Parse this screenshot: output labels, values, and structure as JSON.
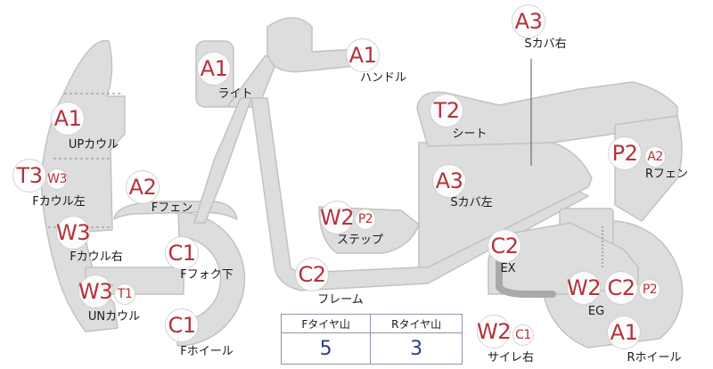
{
  "codes": [
    {
      "id": "light",
      "text": "A1"
    },
    {
      "id": "handle",
      "text": "A1"
    },
    {
      "id": "s-cover-right",
      "text": "A3"
    },
    {
      "id": "up-cowl",
      "text": "A1"
    },
    {
      "id": "seat",
      "text": "T2"
    },
    {
      "id": "r-fender-1",
      "text": "P2"
    },
    {
      "id": "r-fender-2",
      "text": "A2"
    },
    {
      "id": "f-cowl-left-1",
      "text": "T3"
    },
    {
      "id": "f-cowl-left-2",
      "text": "W3"
    },
    {
      "id": "f-fender",
      "text": "A2"
    },
    {
      "id": "s-cover-left",
      "text": "A3"
    },
    {
      "id": "step-1",
      "text": "W2"
    },
    {
      "id": "step-2",
      "text": "P2"
    },
    {
      "id": "f-cowl-right",
      "text": "W3"
    },
    {
      "id": "f-fork",
      "text": "C1"
    },
    {
      "id": "ex",
      "text": "C2"
    },
    {
      "id": "frame",
      "text": "C2"
    },
    {
      "id": "un-cowl-1",
      "text": "W3"
    },
    {
      "id": "un-cowl-2",
      "text": "T1"
    },
    {
      "id": "eg-1",
      "text": "W2"
    },
    {
      "id": "eg-2",
      "text": "C2"
    },
    {
      "id": "eg-3",
      "text": "P2"
    },
    {
      "id": "f-wheel",
      "text": "C1"
    },
    {
      "id": "side-stand-1",
      "text": "W2"
    },
    {
      "id": "side-stand-2",
      "text": "C1"
    },
    {
      "id": "r-wheel",
      "text": "A1"
    }
  ],
  "labels": [
    {
      "id": "light",
      "text": "ライト"
    },
    {
      "id": "handle",
      "text": "ハンドル"
    },
    {
      "id": "s-cover-right",
      "text": "Sカバ右"
    },
    {
      "id": "up-cowl",
      "text": "UPカウル"
    },
    {
      "id": "seat",
      "text": "シート"
    },
    {
      "id": "r-fender",
      "text": "Rフェン"
    },
    {
      "id": "f-cowl-left",
      "text": "Fカウル左"
    },
    {
      "id": "f-fender",
      "text": "Fフェン"
    },
    {
      "id": "s-cover-left",
      "text": "Sカバ左"
    },
    {
      "id": "step",
      "text": "ステップ"
    },
    {
      "id": "f-cowl-right",
      "text": "Fカウル右"
    },
    {
      "id": "f-fork",
      "text": "Fフォク下"
    },
    {
      "id": "ex",
      "text": "EX"
    },
    {
      "id": "frame",
      "text": "フレーム"
    },
    {
      "id": "un-cowl",
      "text": "UNカウル"
    },
    {
      "id": "eg",
      "text": "EG"
    },
    {
      "id": "f-wheel",
      "text": "Fホイール"
    },
    {
      "id": "side-stand",
      "text": "サイレ右"
    },
    {
      "id": "r-wheel",
      "text": "Rホイール"
    }
  ],
  "tire_table": {
    "headers": [
      "Fタイヤ山",
      "Rタイヤ山"
    ],
    "values": [
      "5",
      "3"
    ]
  },
  "colors": {
    "part_fill": "#dddddd",
    "part_stroke": "#bdbdbd",
    "code_text": "#b5323b",
    "value_text": "#2a3f86",
    "table_border": "#8d95ab"
  }
}
